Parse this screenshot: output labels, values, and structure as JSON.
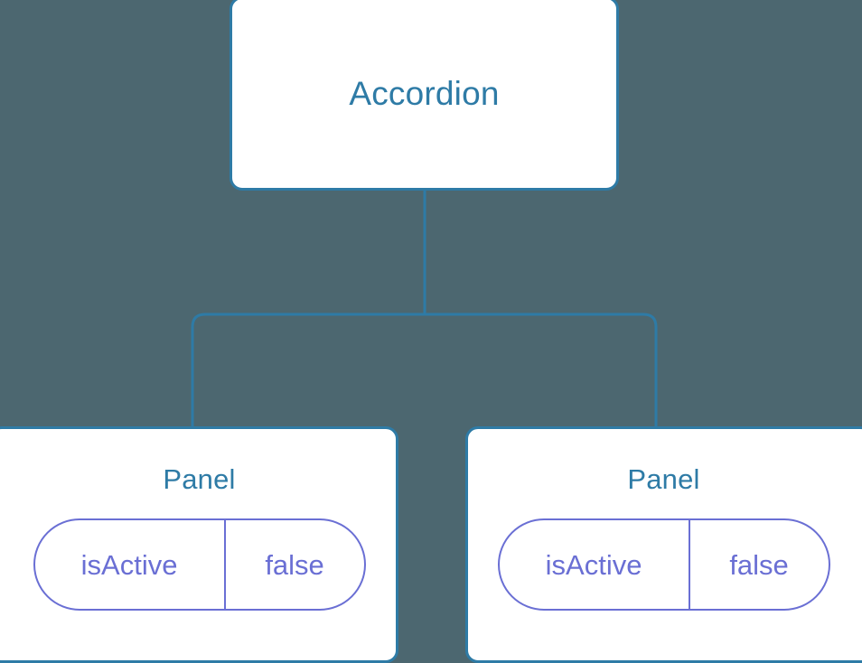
{
  "diagram": {
    "type": "component-tree",
    "background_color": "#4C6770",
    "node_border_color": "#2E7BA6",
    "node_text_color": "#2E7BA6",
    "prop_color": "#6A6FD4",
    "connector_color": "#2E7BA6",
    "root": {
      "title": "Accordion"
    },
    "children": [
      {
        "title": "Panel",
        "props": [
          {
            "key": "isActive",
            "value": "false"
          }
        ]
      },
      {
        "title": "Panel",
        "props": [
          {
            "key": "isActive",
            "value": "false"
          }
        ]
      }
    ]
  }
}
